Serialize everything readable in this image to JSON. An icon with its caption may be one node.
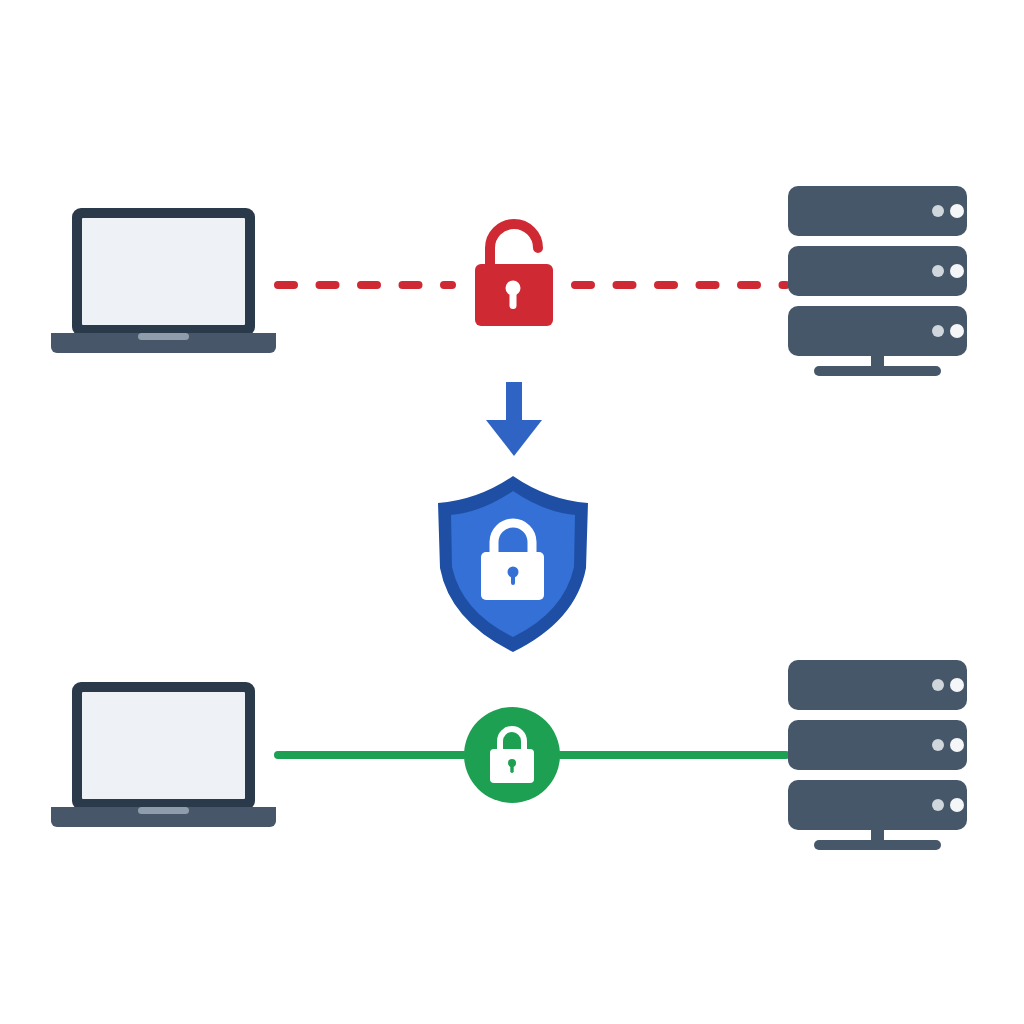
{
  "diagram": {
    "nodes": [
      {
        "text": [],
        "shape": "picture"
      },
      {
        "text": [],
        "shape": "picture"
      },
      {
        "text": [],
        "shape": "picture"
      },
      {
        "text": [],
        "shape": "picture"
      },
      {
        "text": [],
        "shape": "picture"
      },
      {
        "text": [],
        "shape": "picture"
      },
      {
        "text": [],
        "shape": "picture"
      }
    ],
    "edges": [
      {
        "from": 0,
        "to": 1,
        "arrow": "none",
        "style": "dashed",
        "color": "#cf2a34"
      },
      {
        "from": 1,
        "to": 2,
        "arrow": "none",
        "style": "dashed",
        "color": "#cf2a34"
      },
      {
        "from": null,
        "to": 3,
        "arrow": "to",
        "style": "thick",
        "color": "#2f63c4"
      },
      {
        "from": 4,
        "to": 5,
        "arrow": "none",
        "color": "#1ea052"
      },
      {
        "from": 5,
        "to": 6,
        "arrow": "none",
        "color": "#1ea052"
      }
    ]
  }
}
